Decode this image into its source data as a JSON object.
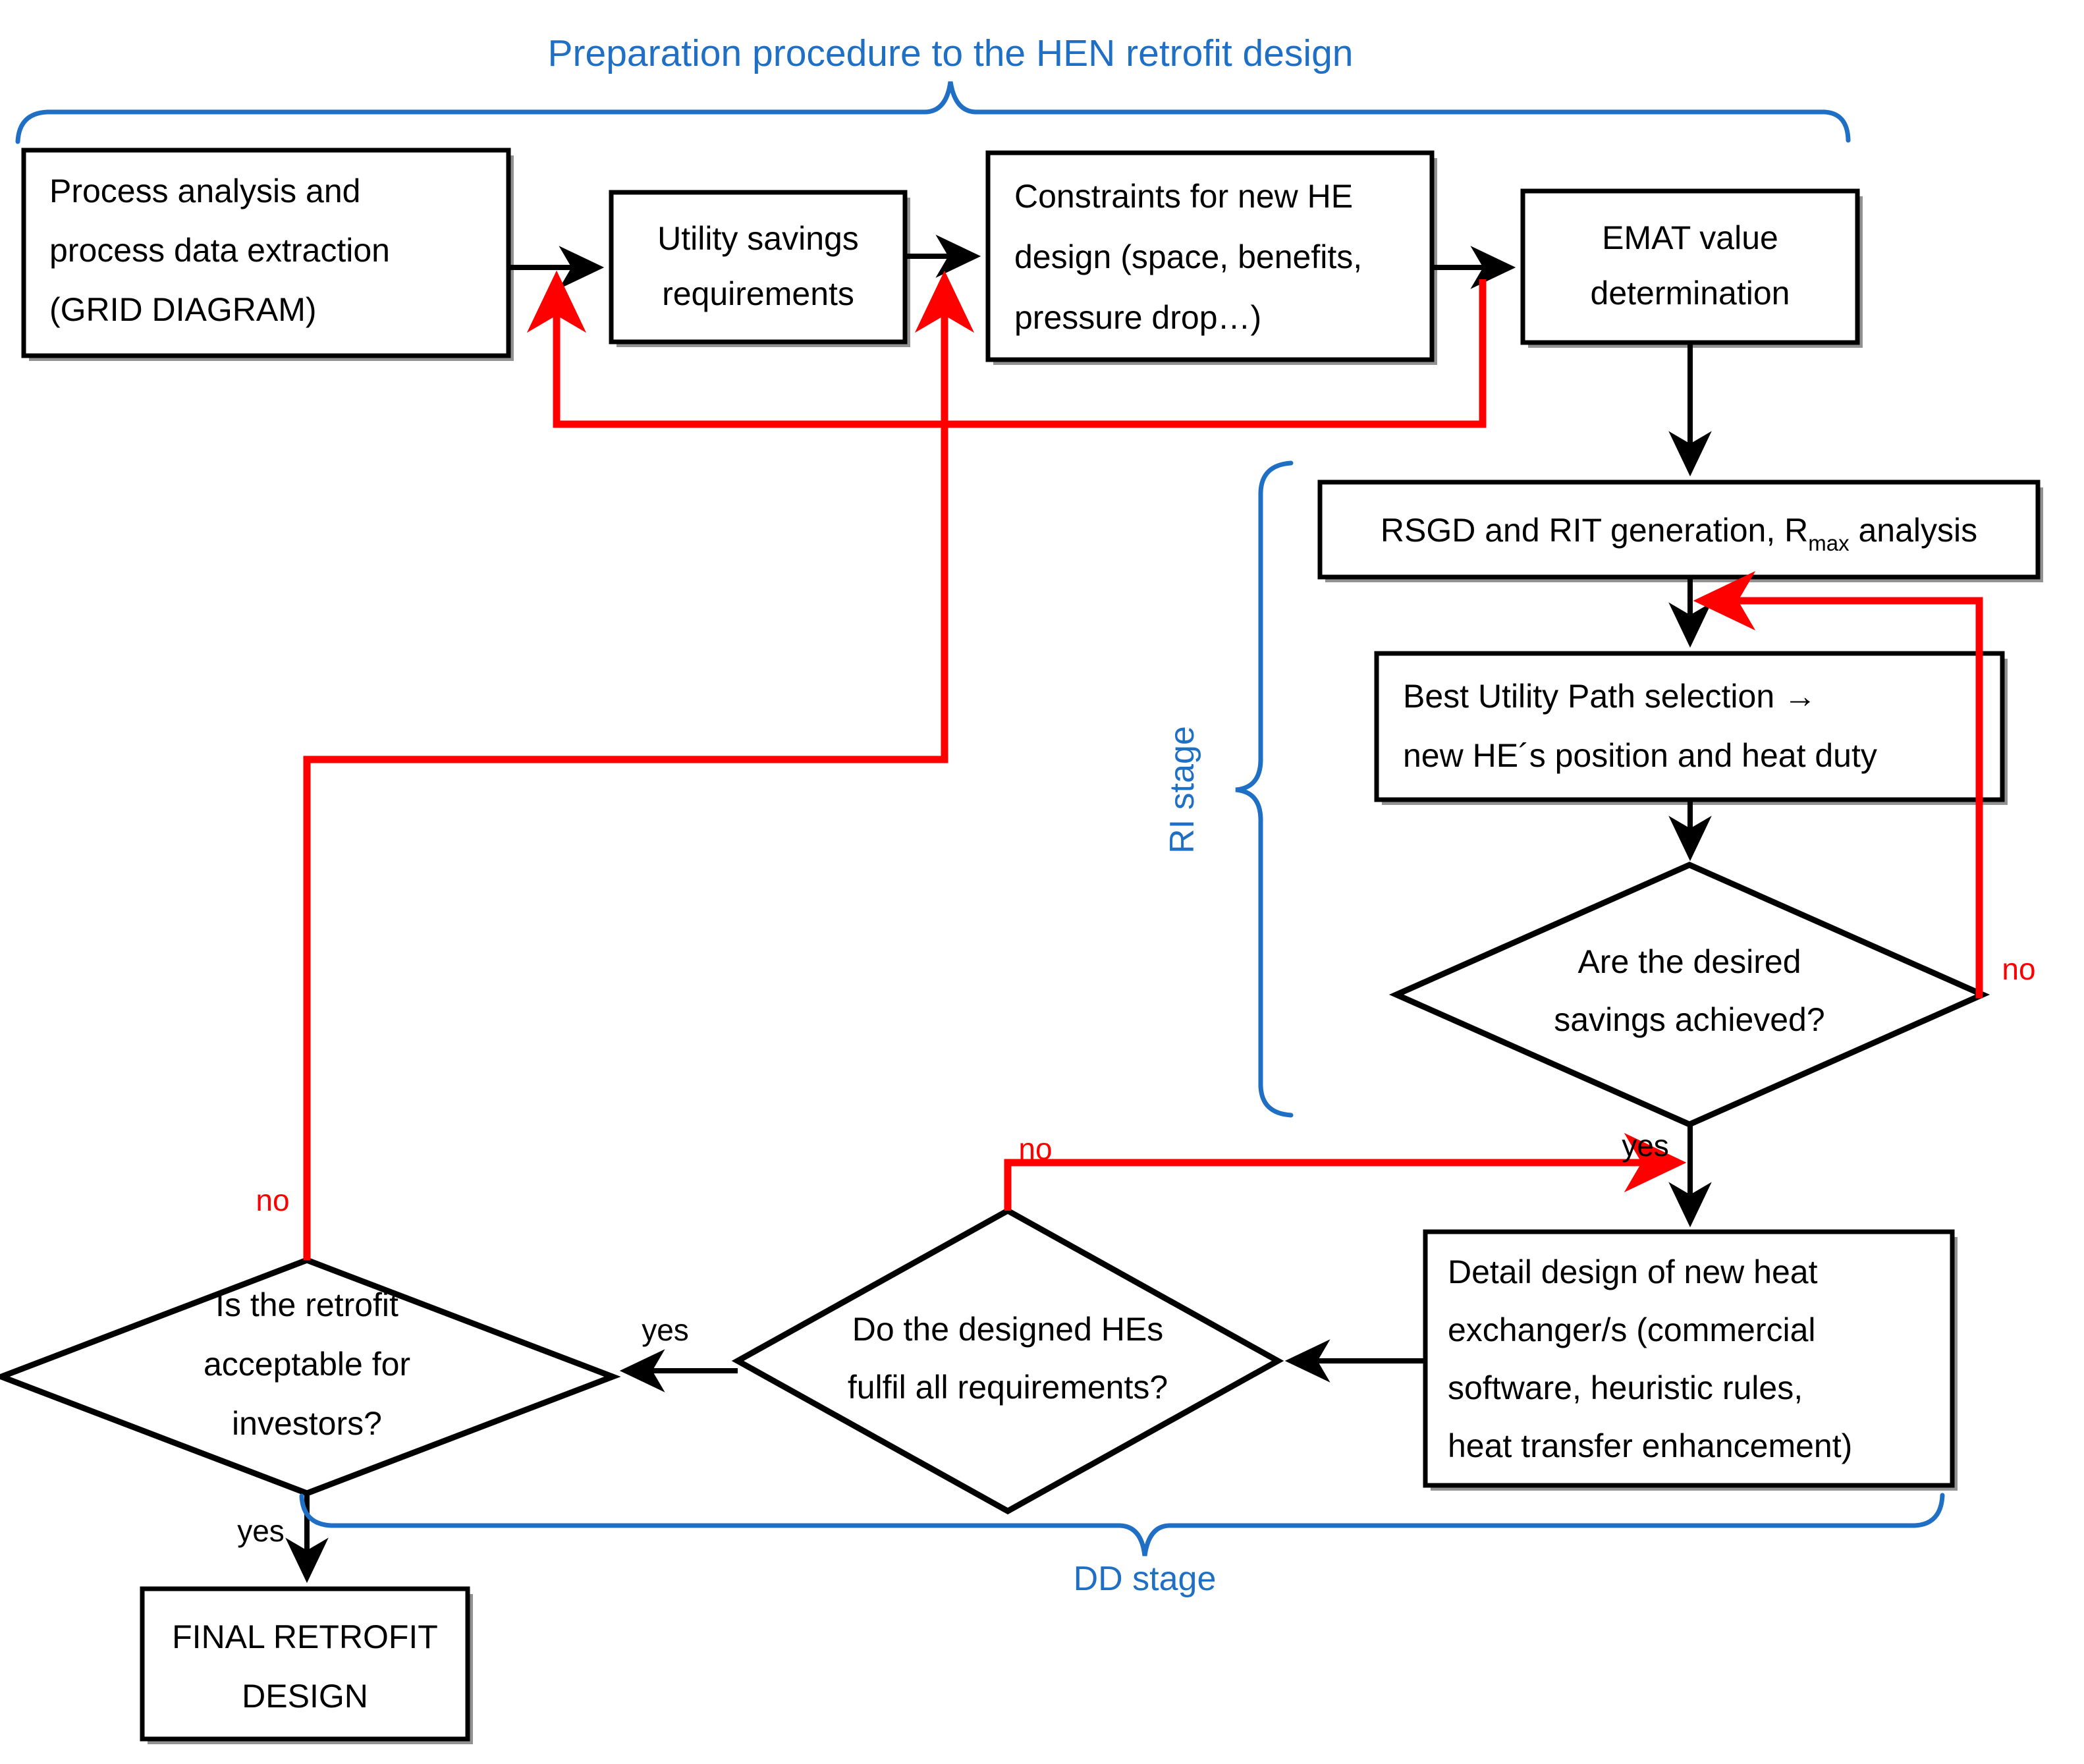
{
  "diagram": {
    "title": "Preparation procedure to the HEN  retrofit design",
    "stages": {
      "ri": "RI stage",
      "dd": "DD stage"
    },
    "colors": {
      "accent_blue": "#1f6fc4",
      "feedback_red": "#ff0000",
      "node_stroke": "#000000",
      "background": "#ffffff"
    },
    "nodes": [
      {
        "id": "process-analysis",
        "shape": "process",
        "lines": [
          "Process analysis and",
          "process data extraction",
          "(GRID DIAGRAM)"
        ]
      },
      {
        "id": "utility-savings",
        "shape": "process",
        "lines": [
          "Utility savings",
          "requirements"
        ]
      },
      {
        "id": "constraints",
        "shape": "process",
        "lines": [
          "Constraints for new HE",
          "design (space, benefits,",
          "pressure drop…)"
        ]
      },
      {
        "id": "emat",
        "shape": "process",
        "lines": [
          "EMAT value",
          "determination"
        ]
      },
      {
        "id": "rsgd",
        "shape": "process",
        "lines": [
          "RSGD and RIT generation, Rmax analysis"
        ],
        "rich": {
          "prefix": "RSGD and RIT generation, R",
          "subscript": "max",
          "suffix": " analysis"
        }
      },
      {
        "id": "best-utility-path",
        "shape": "process",
        "lines": [
          "Best Utility Path selection →",
          "new HE´s position and heat duty"
        ]
      },
      {
        "id": "savings-achieved",
        "shape": "decision",
        "lines": [
          "Are the desired",
          "savings achieved?"
        ]
      },
      {
        "id": "detail-design",
        "shape": "process",
        "lines": [
          "Detail design of new heat",
          "exchanger/s (commercial",
          "software, heuristic rules,",
          "heat transfer enhancement)"
        ]
      },
      {
        "id": "he-requirements",
        "shape": "decision",
        "lines": [
          "Do the designed HEs",
          "fulfil all requirements?"
        ]
      },
      {
        "id": "retrofit-acceptable",
        "shape": "decision",
        "lines": [
          "Is the retrofit",
          "acceptable for",
          "investors?"
        ]
      },
      {
        "id": "final-retrofit",
        "shape": "process",
        "lines": [
          "FINAL RETROFIT",
          "DESIGN"
        ]
      }
    ],
    "edge_labels": {
      "savings_no": "no",
      "savings_yes": "yes",
      "he_req_no": "no",
      "he_req_yes": "yes",
      "retrofit_no": "no",
      "retrofit_yes": "yes"
    }
  }
}
